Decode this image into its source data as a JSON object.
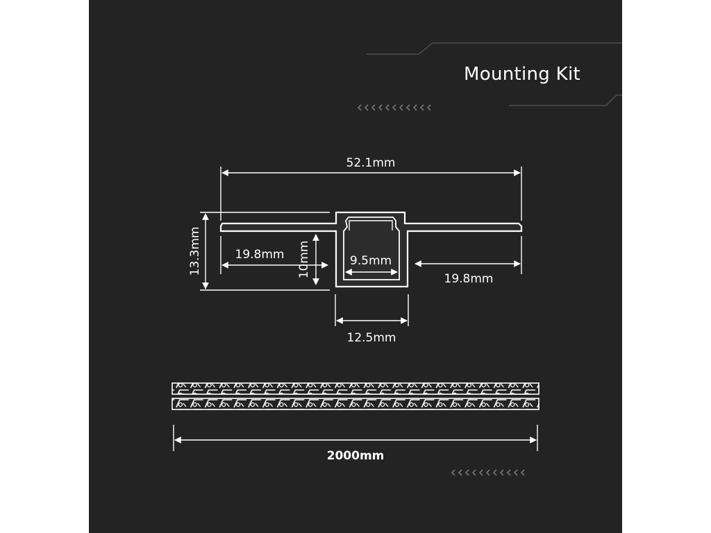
{
  "title": "Mounting Kit",
  "colors": {
    "background": "#232323",
    "foreground": "#ffffff",
    "accent": "#555555"
  },
  "dimensions": {
    "overall_width": "52.1mm",
    "height": "13.3mm",
    "left_flange": "19.8mm",
    "right_flange": "19.8mm",
    "channel_depth": "10mm",
    "inner_width": "9.5mm",
    "outer_width": "12.5mm",
    "length": "2000mm"
  }
}
